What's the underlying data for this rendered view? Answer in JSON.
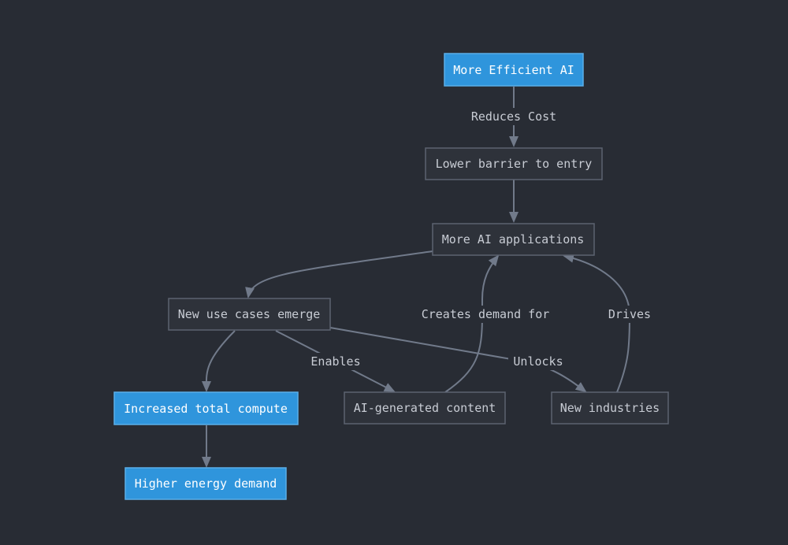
{
  "colors": {
    "background": "#282c34",
    "node_fill": "#2e323a",
    "node_stroke": "#5c6370",
    "node_text": "#c8ccd4",
    "highlight_fill": "#2f95dc",
    "highlight_stroke": "#5aaee8",
    "highlight_text": "#ffffff",
    "edge": "#717a8a",
    "label_bg": "#282c34"
  },
  "nodes": {
    "efficient": {
      "label": "More Efficient AI",
      "highlight": true
    },
    "barrier": {
      "label": "Lower barrier to entry",
      "highlight": false
    },
    "apps": {
      "label": "More AI applications",
      "highlight": false
    },
    "usecases": {
      "label": "New use cases emerge",
      "highlight": false
    },
    "compute": {
      "label": "Increased total compute",
      "highlight": true
    },
    "content": {
      "label": "AI-generated content",
      "highlight": false
    },
    "industries": {
      "label": "New industries",
      "highlight": false
    },
    "energy": {
      "label": "Higher energy demand",
      "highlight": true
    }
  },
  "edges": [
    {
      "from": "efficient",
      "to": "barrier",
      "label": "Reduces Cost"
    },
    {
      "from": "barrier",
      "to": "apps",
      "label": ""
    },
    {
      "from": "apps",
      "to": "usecases",
      "label": ""
    },
    {
      "from": "usecases",
      "to": "compute",
      "label": ""
    },
    {
      "from": "usecases",
      "to": "content",
      "label": "Enables"
    },
    {
      "from": "usecases",
      "to": "industries",
      "label": "Unlocks"
    },
    {
      "from": "content",
      "to": "apps",
      "label": "Creates demand for"
    },
    {
      "from": "industries",
      "to": "apps",
      "label": "Drives"
    },
    {
      "from": "compute",
      "to": "energy",
      "label": ""
    }
  ]
}
